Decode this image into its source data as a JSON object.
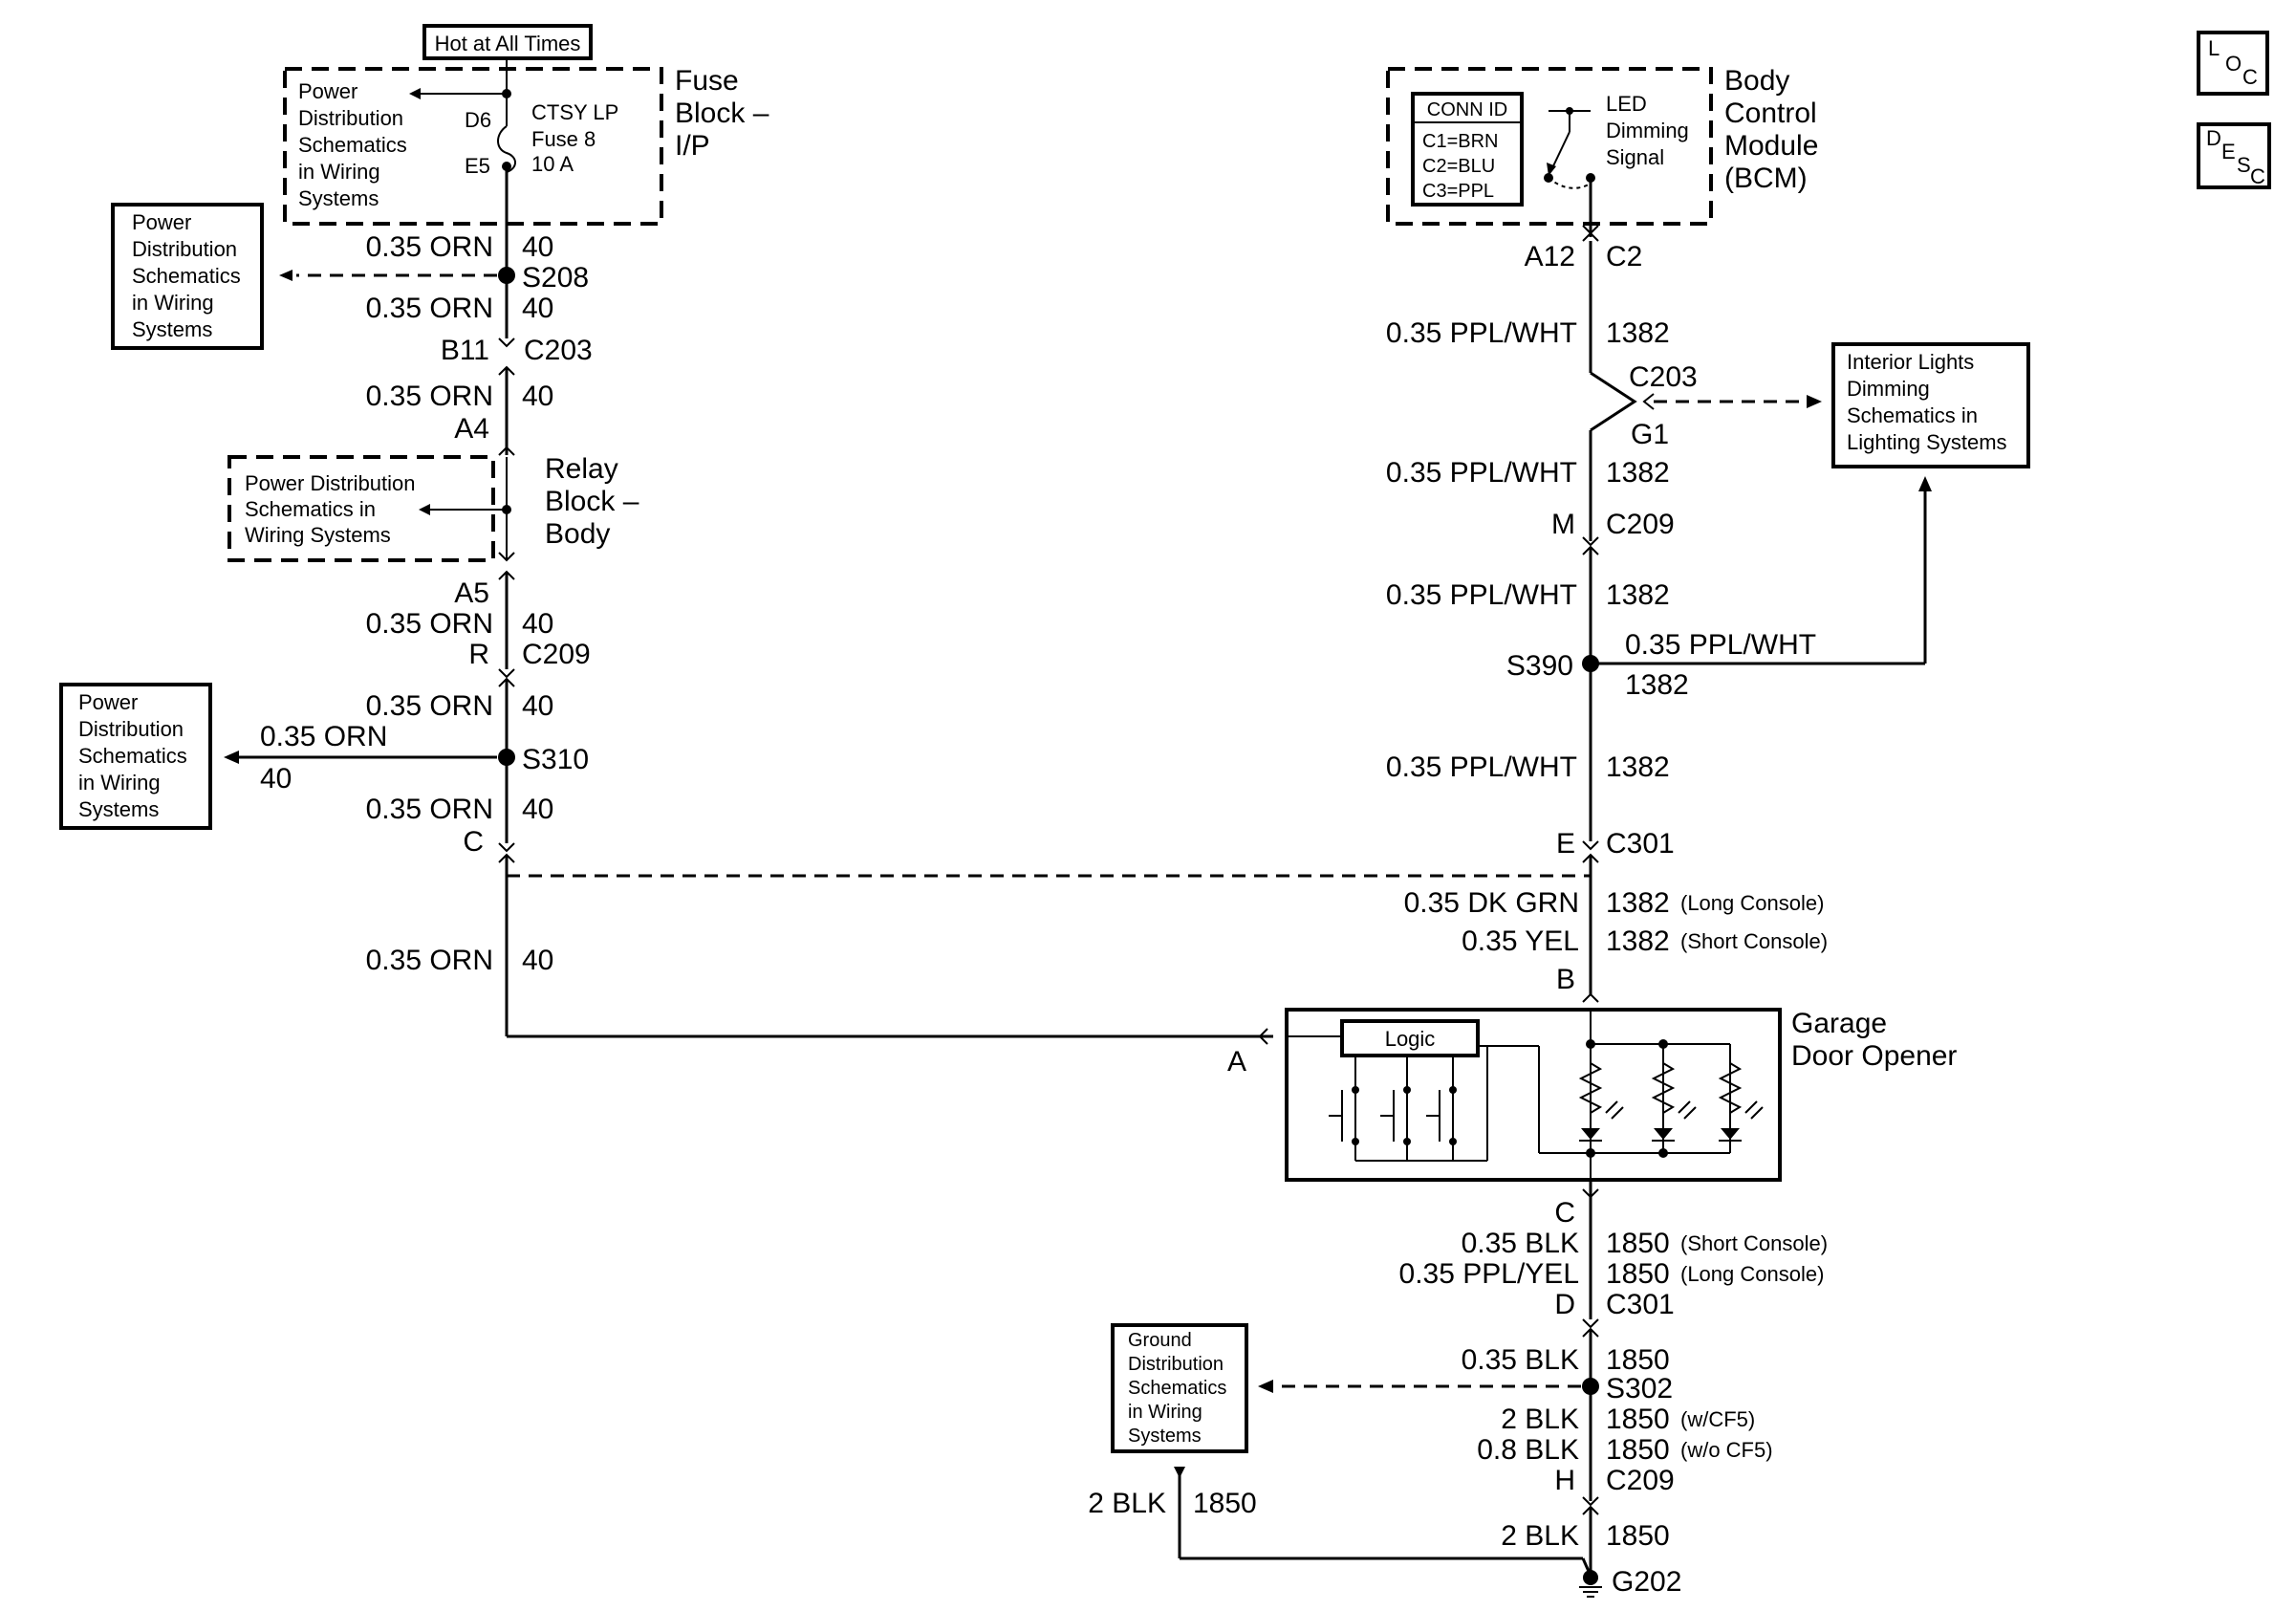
{
  "hot_label": "Hot at All Times",
  "fuse_block": {
    "name_lines": [
      "Fuse",
      "Block –",
      "I/P"
    ],
    "ref_lines": [
      "Power",
      "Distribution",
      "Schematics",
      "in Wiring",
      "Systems"
    ],
    "pin_in": "D6",
    "pin_out": "E5",
    "fuse_lines": [
      "CTSY LP",
      "Fuse 8",
      "10 A"
    ]
  },
  "relay_block": {
    "name_lines": [
      "Relay",
      "Block –",
      "Body"
    ],
    "ref_lines": [
      "Power Distribution",
      "Schematics in",
      "Wiring Systems"
    ]
  },
  "left_refs": {
    "s208_ref": [
      "Power",
      "Distribution",
      "Schematics",
      "in Wiring",
      "Systems"
    ],
    "s310_ref": [
      "Power",
      "Distribution",
      "Schematics",
      "in Wiring",
      "Systems"
    ]
  },
  "left_wire_labels": [
    {
      "color": "0.35 ORN",
      "circuit": "40"
    },
    {
      "color": "0.35 ORN",
      "circuit": "40"
    },
    {
      "color": "0.35 ORN",
      "circuit": "40"
    },
    {
      "color": "0.35 ORN",
      "circuit": "40"
    },
    {
      "color": "0.35 ORN",
      "circuit": "40"
    },
    {
      "color": "0.35 ORN",
      "circuit": "40"
    },
    {
      "color": "0.35 ORN",
      "circuit": "40"
    }
  ],
  "left_connectors": {
    "s208": "S208",
    "b11": "B11",
    "c203": "C203",
    "a4": "A4",
    "a5": "A5",
    "r": "R",
    "c209": "C209",
    "s310": "S310",
    "c": "C",
    "branch_color": "0.35 ORN",
    "branch_circuit": "40"
  },
  "bcm": {
    "name_lines": [
      "Body",
      "Control",
      "Module",
      "(BCM)"
    ],
    "conn_id_title": "CONN ID",
    "conn_ids": [
      "C1=BRN",
      "C2=BLU",
      "C3=PPL"
    ],
    "signal_lines": [
      "LED",
      "Dimming",
      "Signal"
    ]
  },
  "right_connectors": {
    "a12": "A12",
    "c2": "C2",
    "c203": "C203",
    "g1": "G1",
    "m": "M",
    "c209": "C209",
    "s390": "S390",
    "e": "E",
    "c301": "C301",
    "b": "B",
    "a": "A"
  },
  "right_wire_labels": [
    {
      "color": "0.35 PPL/WHT",
      "circuit": "1382"
    },
    {
      "color": "0.35 PPL/WHT",
      "circuit": "1382"
    },
    {
      "color": "0.35 PPL/WHT",
      "circuit": "1382"
    },
    {
      "color": "0.35 PPL/WHT",
      "circuit": "1382"
    }
  ],
  "s390_branch": {
    "color": "0.35 PPL/WHT",
    "circuit": "1382"
  },
  "interior_ref": [
    "Interior Lights",
    "Dimming",
    "Schematics in",
    "Lighting Systems"
  ],
  "gdo_in_wires": [
    {
      "color": "0.35 DK GRN",
      "circuit": "1382",
      "note": "(Long Console)"
    },
    {
      "color": "0.35 YEL",
      "circuit": "1382",
      "note": "(Short Console)"
    }
  ],
  "left_to_gdo": {
    "color": "0.35 ORN",
    "circuit": "40"
  },
  "garage_door_opener": {
    "name_lines": [
      "Garage",
      "Door Opener"
    ],
    "logic_label": "Logic"
  },
  "gdo_out": {
    "pin_c": "C",
    "wires": [
      {
        "color": "0.35 BLK",
        "circuit": "1850",
        "note": "(Short Console)"
      },
      {
        "color": "0.35 PPL/YEL",
        "circuit": "1850",
        "note": "(Long Console)"
      }
    ],
    "pin_d": "D",
    "conn_c301": "C301"
  },
  "ground": {
    "wire1": {
      "color": "0.35 BLK",
      "circuit": "1850"
    },
    "s302": "S302",
    "ref_lines": [
      "Ground",
      "Distribution",
      "Schematics",
      "in Wiring",
      "Systems"
    ],
    "wire2": {
      "color": "2 BLK",
      "circuit": "1850",
      "note": "(w/CF5)"
    },
    "wire3": {
      "color": "0.8 BLK",
      "circuit": "1850",
      "note": "(w/o CF5)"
    },
    "pin_h": "H",
    "conn_c209": "C209",
    "wire4": {
      "color": "2 BLK",
      "circuit": "1850"
    },
    "left_wire": {
      "color": "2 BLK",
      "circuit": "1850"
    },
    "g202": "G202"
  },
  "corner_icons": {
    "loc": [
      "L",
      "O",
      "C"
    ],
    "desc": [
      "D",
      "E",
      "S",
      "C"
    ]
  }
}
